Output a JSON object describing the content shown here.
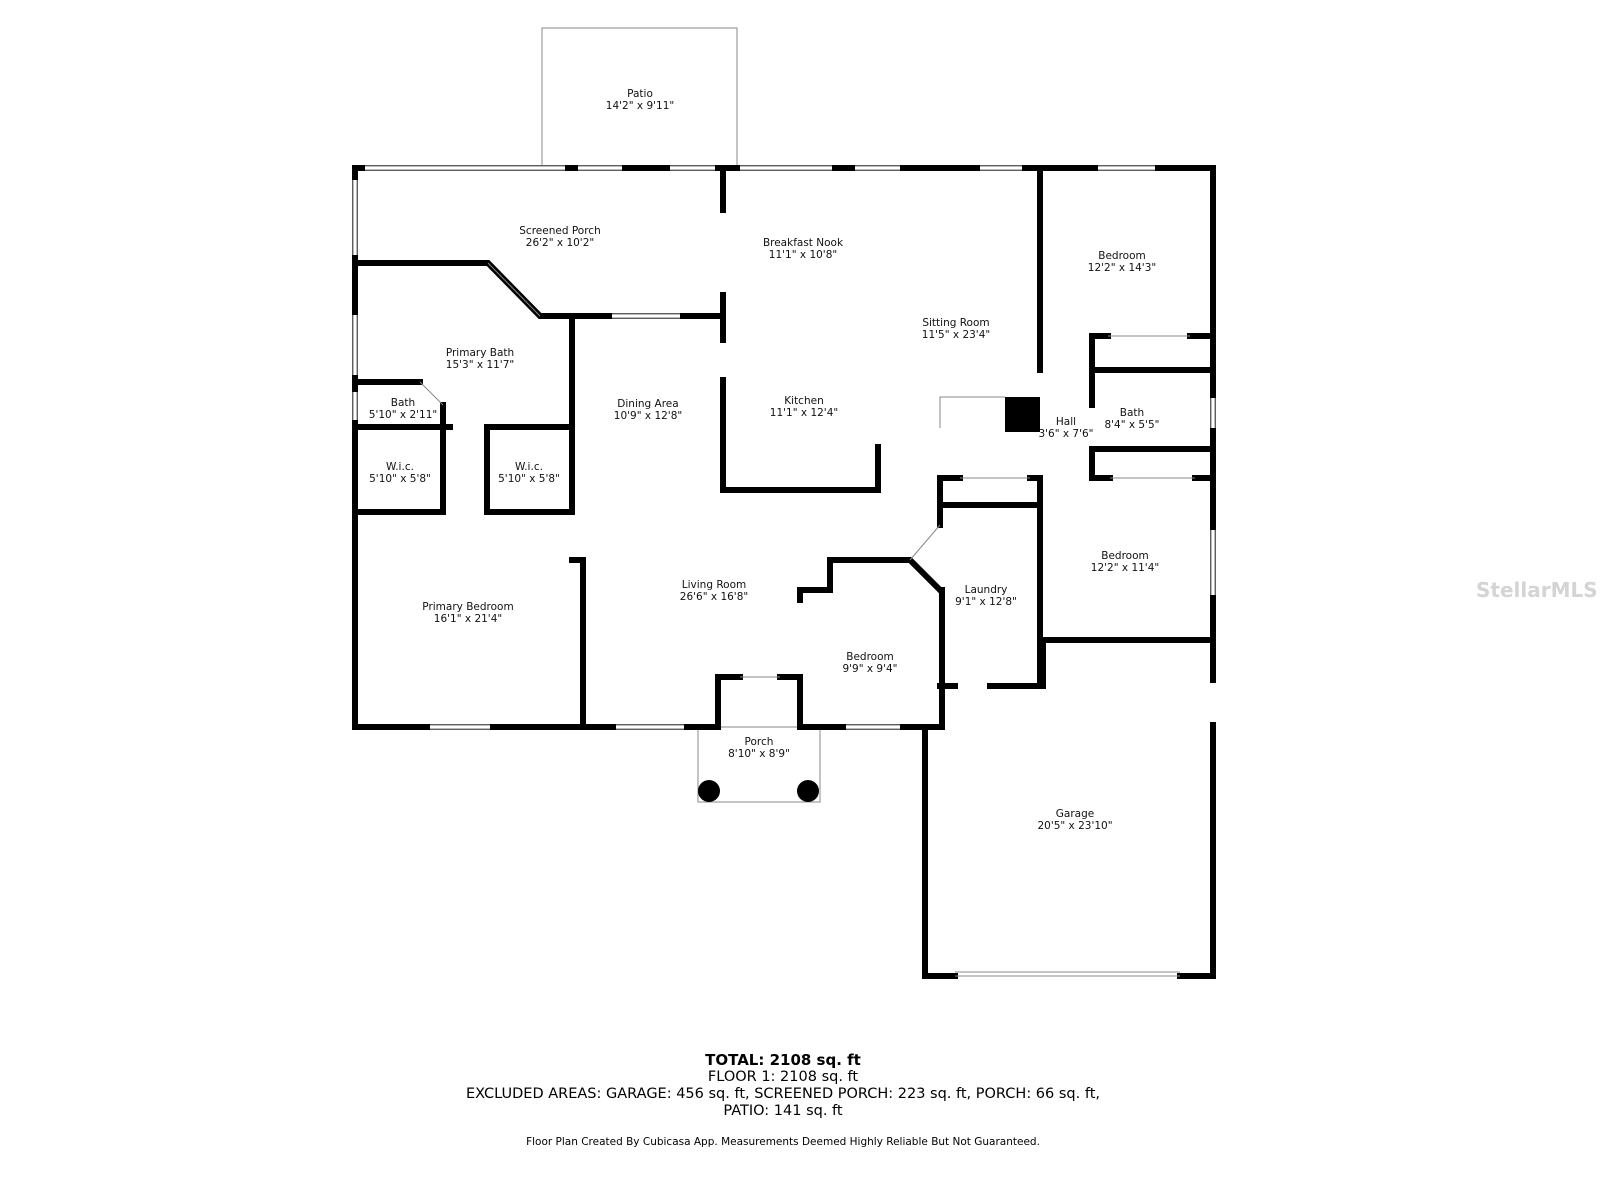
{
  "rooms": {
    "patio": {
      "name": "Patio",
      "dims": "14'2\" x 9'11\""
    },
    "screened_porch": {
      "name": "Screened Porch",
      "dims": "26'2\" x 10'2\""
    },
    "breakfast_nook": {
      "name": "Breakfast Nook",
      "dims": "11'1\" x 10'8\""
    },
    "sitting_room": {
      "name": "Sitting Room",
      "dims": "11'5\" x 23'4\""
    },
    "bedroom_ne": {
      "name": "Bedroom",
      "dims": "12'2\" x 14'3\""
    },
    "primary_bath": {
      "name": "Primary Bath",
      "dims": "15'3\" x 11'7\""
    },
    "bath_small": {
      "name": "Bath",
      "dims": "5'10\" x 2'11\""
    },
    "dining_area": {
      "name": "Dining Area",
      "dims": "10'9\" x 12'8\""
    },
    "kitchen": {
      "name": "Kitchen",
      "dims": "11'1\" x 12'4\""
    },
    "hall": {
      "name": "Hall",
      "dims": "3'6\" x 7'6\""
    },
    "bath_hall": {
      "name": "Bath",
      "dims": "8'4\" x 5'5\""
    },
    "wic_left": {
      "name": "W.i.c.",
      "dims": "5'10\" x 5'8\""
    },
    "wic_right": {
      "name": "W.i.c.",
      "dims": "5'10\" x 5'8\""
    },
    "bedroom_e": {
      "name": "Bedroom",
      "dims": "12'2\" x 11'4\""
    },
    "living_room": {
      "name": "Living Room",
      "dims": "26'6\" x 16'8\""
    },
    "laundry": {
      "name": "Laundry",
      "dims": "9'1\" x 12'8\""
    },
    "primary_bedroom": {
      "name": "Primary Bedroom",
      "dims": "16'1\" x 21'4\""
    },
    "bedroom_s": {
      "name": "Bedroom",
      "dims": "9'9\" x 9'4\""
    },
    "porch": {
      "name": "Porch",
      "dims": "8'10\" x 8'9\""
    },
    "garage": {
      "name": "Garage",
      "dims": "20'5\" x 23'10\""
    }
  },
  "summary": {
    "total": "TOTAL: 2108 sq. ft",
    "floor": "FLOOR 1: 2108 sq. ft",
    "excluded": "EXCLUDED AREAS: GARAGE: 456 sq. ft, SCREENED PORCH: 223 sq. ft, PORCH: 66 sq. ft,",
    "excluded_cont": "PATIO: 141 sq. ft",
    "disclaimer": "Floor Plan Created By Cubicasa App. Measurements Deemed Highly Reliable But Not Guaranteed."
  },
  "watermark": "StellarMLS"
}
